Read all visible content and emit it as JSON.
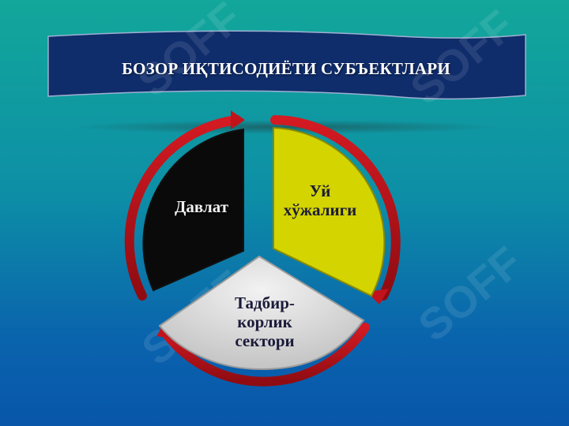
{
  "slide": {
    "title": "БОЗОР ИҚТИСОДИЁТИ СУБЪЕКТЛАРИ",
    "segments": [
      {
        "label": "Давлат",
        "color": "#0a0a0a"
      },
      {
        "label": "Уй хўжалиги",
        "color": "#d4d400"
      },
      {
        "label": "Тадбир-корлик сектори",
        "color": "#d8d8d8"
      }
    ],
    "arrow_color": "#b8121a",
    "banner_color": "#0f2c6b",
    "watermark_text": "SOFF"
  }
}
